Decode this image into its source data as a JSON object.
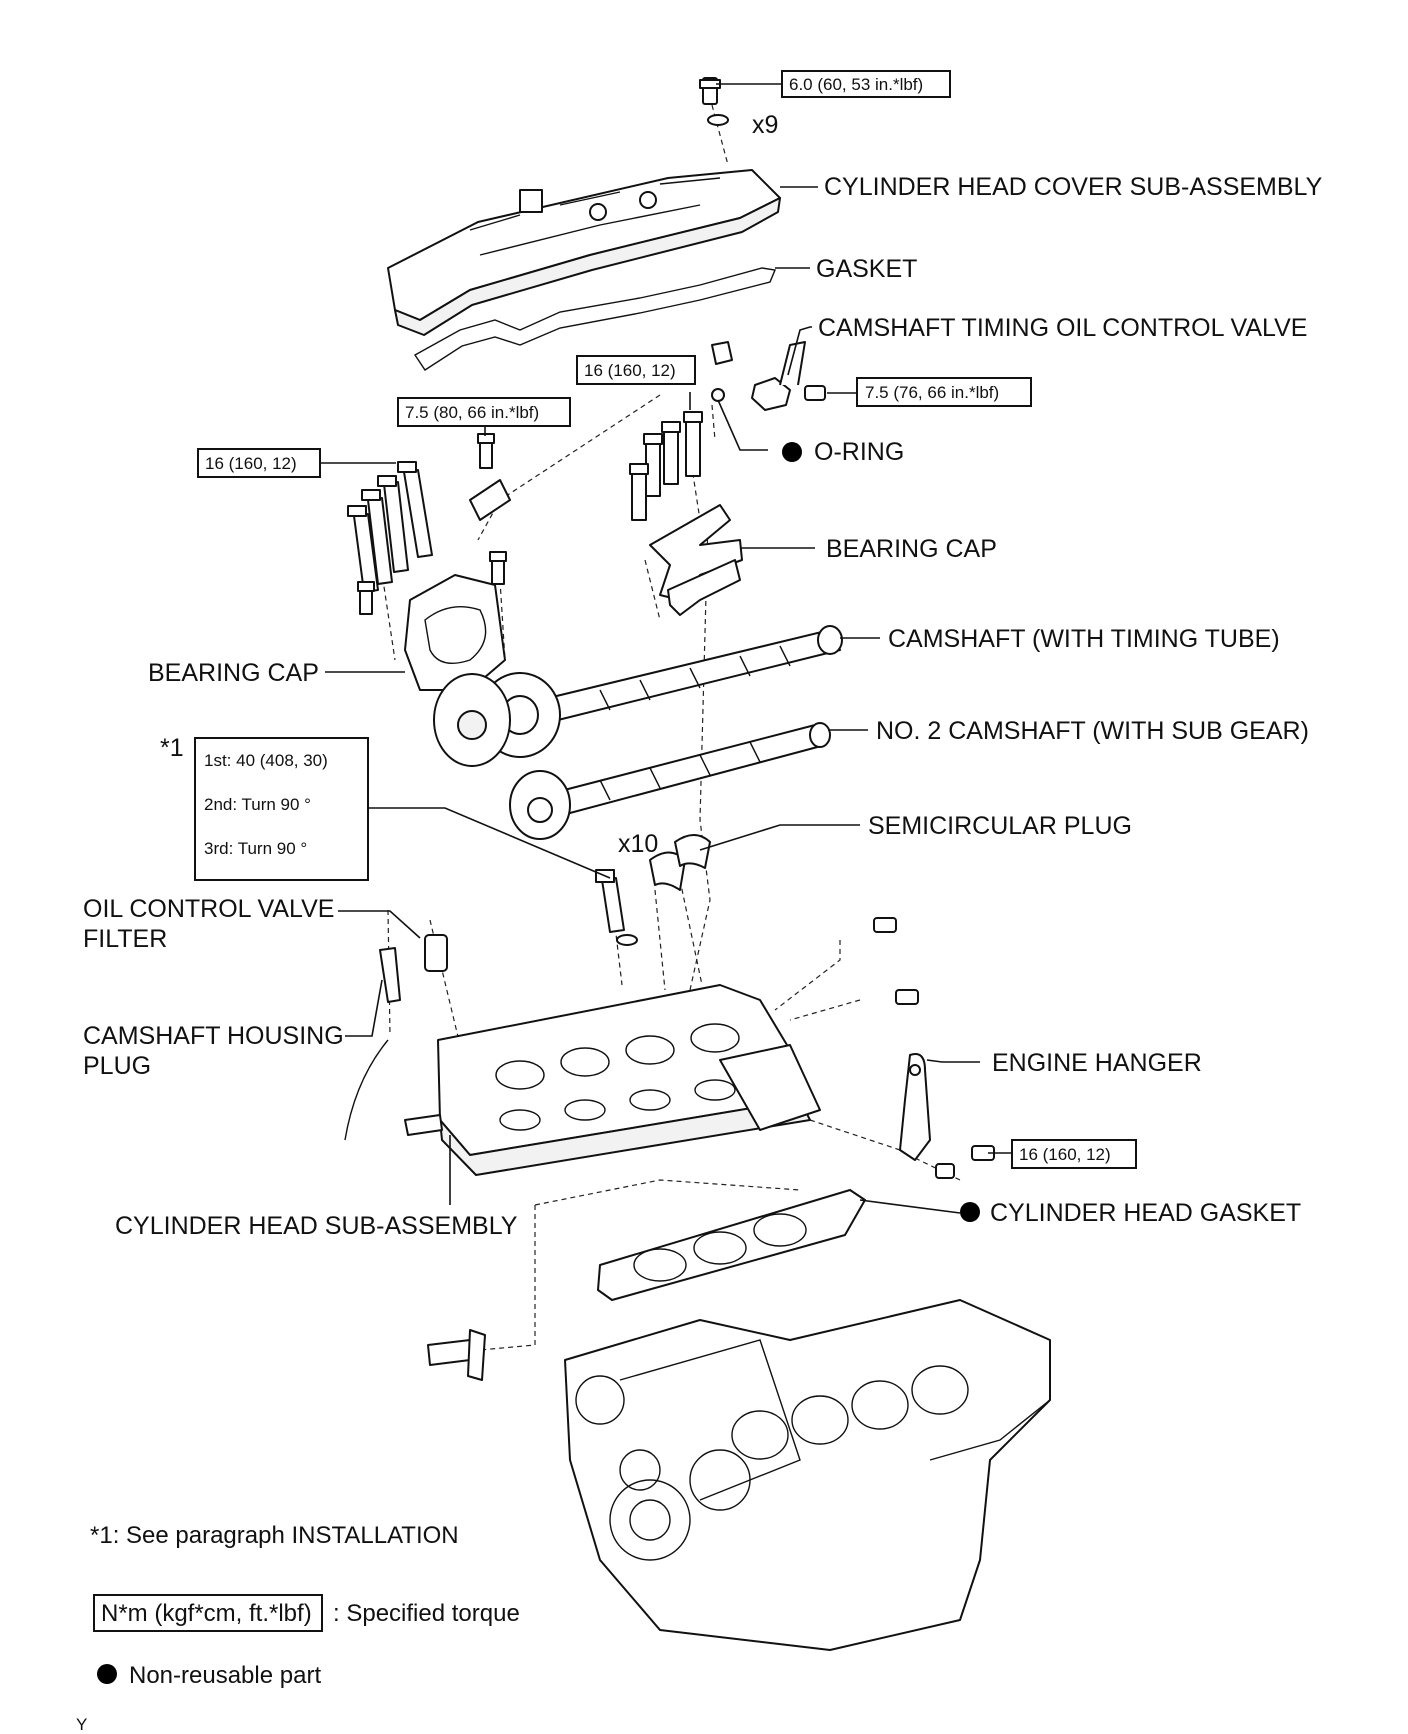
{
  "labels": {
    "head_cover": "CYLINDER HEAD COVER SUB-ASSEMBLY",
    "gasket": "GASKET",
    "ocv": "CAMSHAFT TIMING OIL CONTROL VALVE",
    "oring": "O-RING",
    "bearing_cap_right": "BEARING CAP",
    "camshaft": "CAMSHAFT  (WITH TIMING TUBE)",
    "bearing_cap_left": "BEARING CAP",
    "no2_camshaft": "NO. 2 CAMSHAFT (WITH SUB GEAR)",
    "semicircular_plug": "SEMICIRCULAR PLUG",
    "ocv_filter_1": "OIL CONTROL VALVE",
    "ocv_filter_2": "FILTER",
    "housing_plug_1": "CAMSHAFT HOUSING",
    "housing_plug_2": "PLUG",
    "engine_hanger": "ENGINE HANGER",
    "head_sub_assembly": "CYLINDER HEAD SUB-ASSEMBLY",
    "head_gasket": "CYLINDER HEAD GASKET"
  },
  "quantities": {
    "cover_bolts": "x9",
    "head_bolts": "x10"
  },
  "torques": {
    "cover_bolt": "6.0 (60, 53 in.*lbf)",
    "ocv_bolt": "7.5 (76, 66 in.*lbf)",
    "cap_bolt_center": "16 (160, 12)",
    "left_small_bolt": "7.5 (80, 66 in.*lbf)",
    "left_cap_bolt": "16 (160, 12)",
    "hanger_bolt": "16 (160, 12)"
  },
  "head_bolt_spec": {
    "ref": "*1",
    "steps": [
      "1st: 40 (408, 30)",
      "2nd: Turn 90 °",
      "3rd: Turn 90 °"
    ]
  },
  "legend": {
    "note": "*1: See paragraph INSTALLATION",
    "torque_unit": "N*m (kgf*cm, ft.*lbf)",
    "torque_desc": ": Specified torque",
    "nonreusable": "Non-reusable part"
  },
  "corner_code": "Y"
}
